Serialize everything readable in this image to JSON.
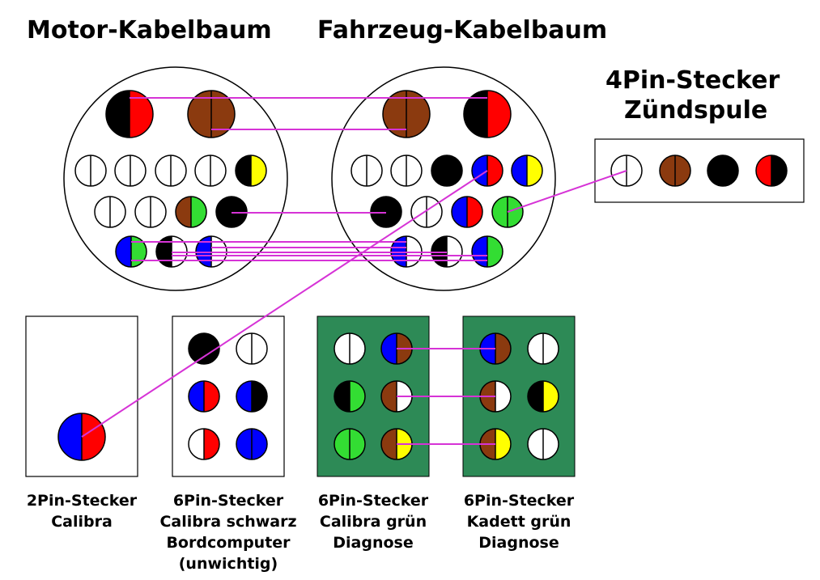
{
  "titles": {
    "motor": "Motor-Kabelbaum",
    "fahrzeug": "Fahrzeug-Kabelbaum",
    "zuendspule_1": "4Pin-Stecker",
    "zuendspule_2": "Zündspule"
  },
  "labels": {
    "calibra2pin": [
      "2Pin-Stecker",
      "Calibra"
    ],
    "schwarz6pin": [
      "6Pin-Stecker",
      "Calibra schwarz",
      "Bordcomputer",
      "(unwichtig)"
    ],
    "gruen6pin": [
      "6Pin-Stecker",
      "Calibra grün",
      "Diagnose"
    ],
    "kadett6pin": [
      "6Pin-Stecker",
      "Kadett grün",
      "Diagnose"
    ]
  },
  "colors": {
    "wire": "#d633d6",
    "board_green": "#2d8a56",
    "black": "#000000",
    "red": "#ff0000",
    "brown": "#8b3a0f",
    "yellow": "#ffff00",
    "blue": "#0000ff",
    "green": "#33dd33",
    "white": "#ffffff"
  }
}
